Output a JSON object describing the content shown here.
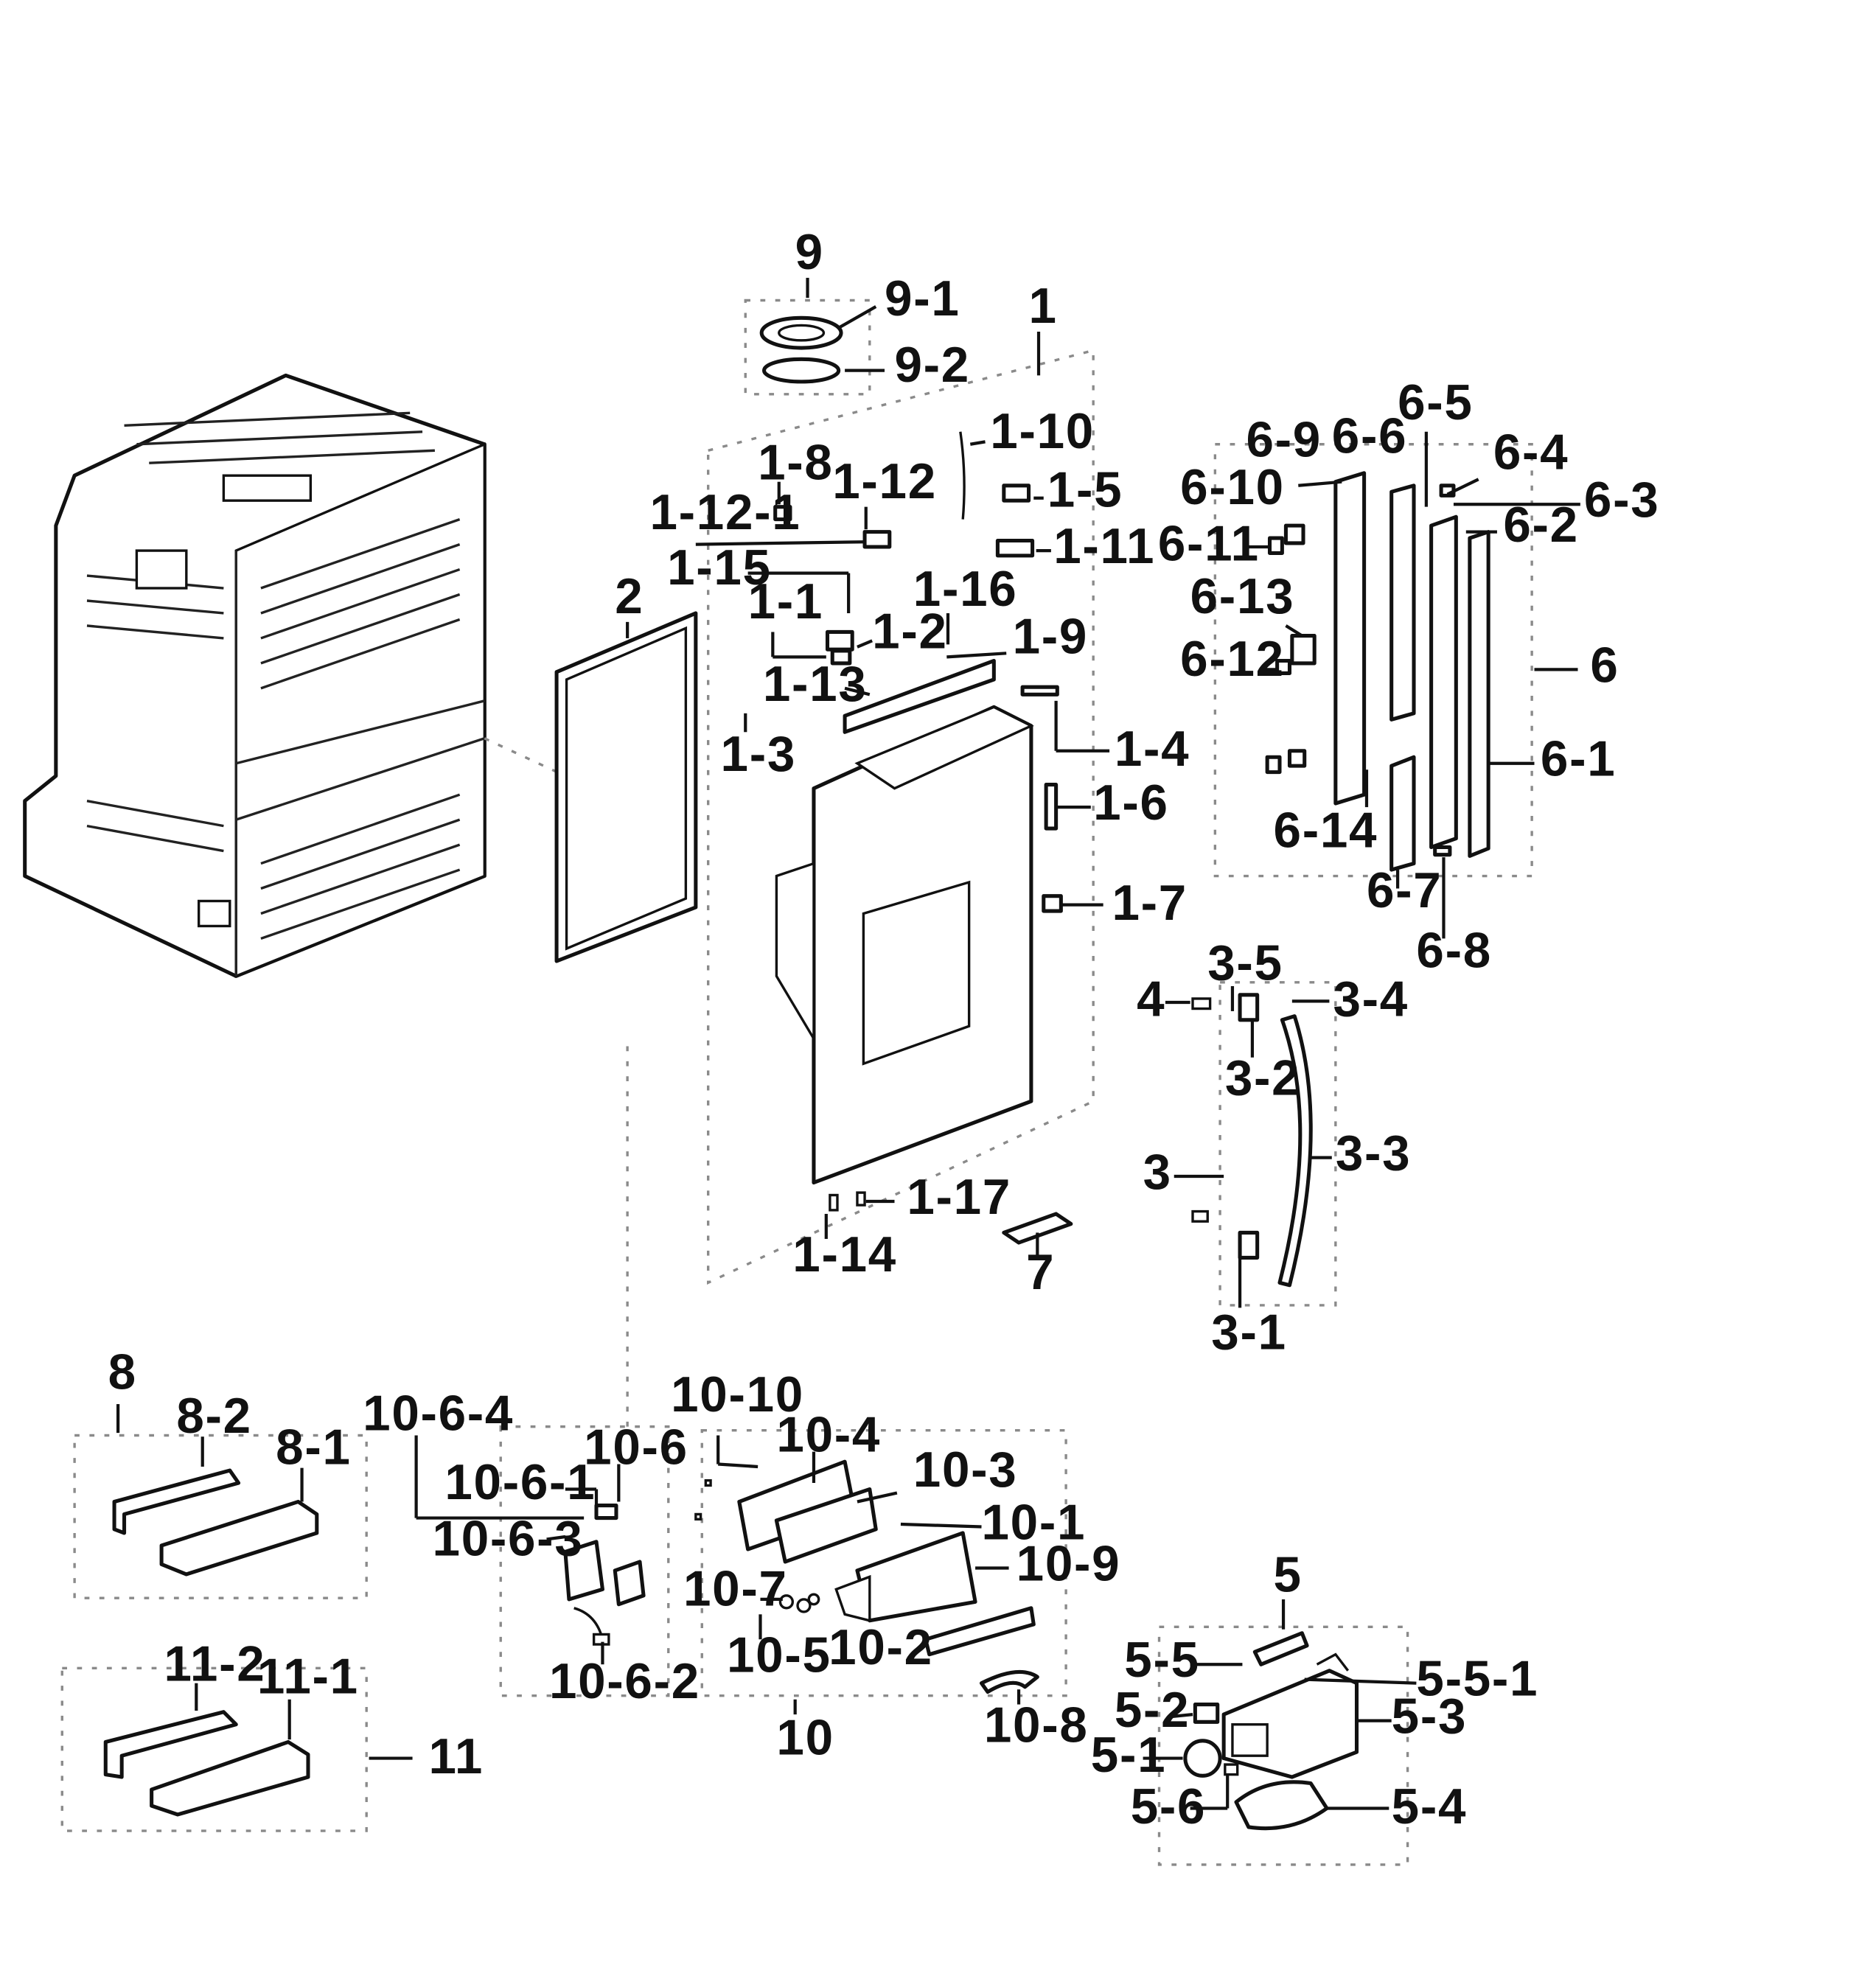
{
  "labels": {
    "p1": "1",
    "p1_1": "1-1",
    "p1_2": "1-2",
    "p1_3": "1-3",
    "p1_4": "1-4",
    "p1_5": "1-5",
    "p1_6": "1-6",
    "p1_7": "1-7",
    "p1_8": "1-8",
    "p1_9": "1-9",
    "p1_10": "1-10",
    "p1_11": "1-11",
    "p1_12": "1-12",
    "p1_12_1": "1-12-1",
    "p1_13": "1-13",
    "p1_14": "1-14",
    "p1_15": "1-15",
    "p1_16": "1-16",
    "p1_17": "1-17",
    "p2": "2",
    "p3": "3",
    "p3_1": "3-1",
    "p3_2": "3-2",
    "p3_3": "3-3",
    "p3_4": "3-4",
    "p3_5": "3-5",
    "p4": "4",
    "p5": "5",
    "p5_1": "5-1",
    "p5_2": "5-2",
    "p5_3": "5-3",
    "p5_4": "5-4",
    "p5_5": "5-5",
    "p5_5_1": "5-5-1",
    "p5_6": "5-6",
    "p6": "6",
    "p6_1": "6-1",
    "p6_2": "6-2",
    "p6_3": "6-3",
    "p6_4": "6-4",
    "p6_5": "6-5",
    "p6_6": "6-6",
    "p6_7": "6-7",
    "p6_8": "6-8",
    "p6_9": "6-9",
    "p6_10": "6-10",
    "p6_11": "6-11",
    "p6_12": "6-12",
    "p6_13": "6-13",
    "p6_14": "6-14",
    "p7": "7",
    "p8": "8",
    "p8_1": "8-1",
    "p8_2": "8-2",
    "p9": "9",
    "p9_1": "9-1",
    "p9_2": "9-2",
    "p10": "10",
    "p10_1": "10-1",
    "p10_2": "10-2",
    "p10_3": "10-3",
    "p10_4": "10-4",
    "p10_5": "10-5",
    "p10_6": "10-6",
    "p10_6_1": "10-6-1",
    "p10_6_2": "10-6-2",
    "p10_6_3": "10-6-3",
    "p10_6_4": "10-6-4",
    "p10_7": "10-7",
    "p10_8": "10-8",
    "p10_9": "10-9",
    "p10_10": "10-10",
    "p11": "11",
    "p11_1": "11-1",
    "p11_2": "11-2"
  }
}
